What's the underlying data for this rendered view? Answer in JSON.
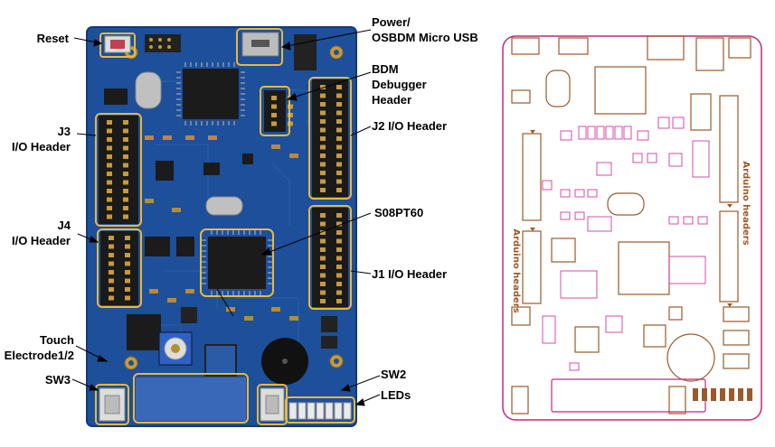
{
  "labels": {
    "reset": "Reset",
    "j3": [
      "J3",
      "I/O Header"
    ],
    "j4": [
      "J4",
      "I/O Header"
    ],
    "touch": [
      "Touch",
      "Electrode1/2"
    ],
    "sw3": "SW3",
    "power": [
      "Power/",
      "OSBDM Micro USB"
    ],
    "bdm": [
      "BDM",
      "Debugger",
      "Header"
    ],
    "j2": "J2 I/O Header",
    "mcu": "S08PT60",
    "j1": "J1 I/O Header",
    "sw2": "SW2",
    "leds": "LEDs"
  },
  "silkscreen": {
    "arduino_left": "Arduino headers",
    "arduino_right": "Arduino headers"
  },
  "colors": {
    "pcb": "#1d4f9a",
    "highlight": "#e8b93a",
    "silk_magenta": "#d23aa0",
    "silk_brown": "#9a5a2a",
    "outline": "#c0287a"
  }
}
